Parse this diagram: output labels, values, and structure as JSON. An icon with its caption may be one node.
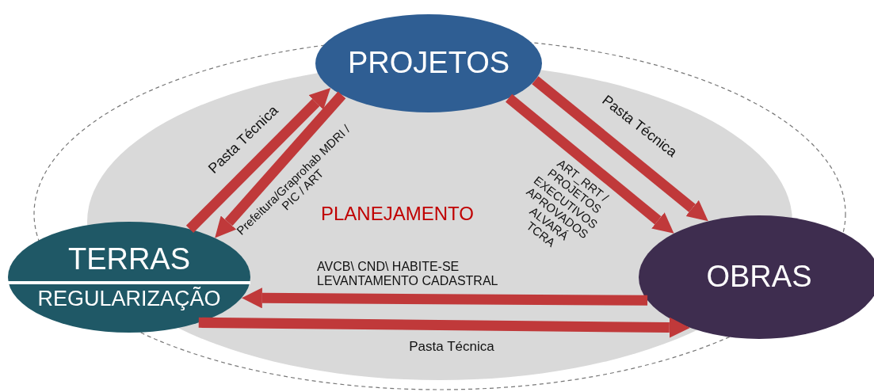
{
  "diagram": {
    "nodes": [
      {
        "text": [
          "PROJETOS"
        ]
      },
      {
        "text": [
          "TERRAS",
          "REGULARIZAÇÃO"
        ]
      },
      {
        "text": [
          "OBRAS"
        ]
      }
    ],
    "edges": [
      {
        "from": 1,
        "to": 0,
        "arrow": "to",
        "label": "Pasta Técnica"
      },
      {
        "from": 0,
        "to": 1,
        "arrow": "to",
        "label": "Prefeitura/Graprohab MDRI / PIC / ART"
      },
      {
        "from": 0,
        "to": 2,
        "arrow": "to",
        "label": "Pasta Técnica"
      },
      {
        "from": 0,
        "to": 2,
        "arrow": "to",
        "label": "ART_RRT / PROJETOS EXECUTIVOS APROVADOS ALVARÁ TCRA"
      },
      {
        "from": 2,
        "to": 1,
        "arrow": "to",
        "label": "AVCB\\ CND\\ HABITE-SE LEVANTAMENTO CADASTRAL"
      },
      {
        "from": 1,
        "to": 2,
        "arrow": "to",
        "label": "Pasta Técnica"
      }
    ],
    "labels": [
      "PLANEJAMENTO"
    ]
  }
}
